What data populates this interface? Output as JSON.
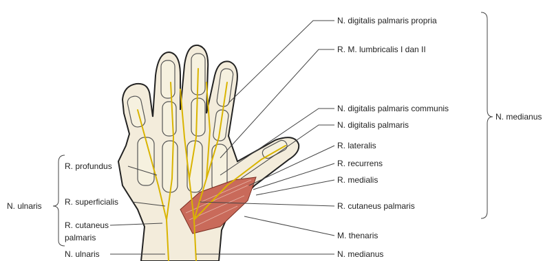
{
  "colors": {
    "skin": "#f3ecdb",
    "bone": "#f6f1df",
    "outline": "#222222",
    "nerve": "#d9b400",
    "muscle": "#c96a5a",
    "line": "#444444"
  },
  "labels": {
    "digitalis_palmaris_propria": "N. digitalis palmaris propria",
    "lumbricalis": "R. M. lumbricalis I dan II",
    "digitalis_palmaris_communis": "N. digitalis palmaris communis",
    "digitalis_palmaris": "N. digitalis palmaris",
    "lateralis": "R. lateralis",
    "recurrens": "R. recurrens",
    "medialis": "R. medialis",
    "cutaneus_palmaris_right": "R. cutaneus palmaris",
    "thenaris": "M. thenaris",
    "medianus_bottom": "N. medianus",
    "medianus_group": "N. medianus",
    "profundus": "R. profundus",
    "superficialis": "R. superficialis",
    "cutaneus_left_1": "R. cutaneus",
    "cutaneus_left_2": "palmaris",
    "ulnaris_group": "N. ulnaris",
    "ulnaris_bottom": "N. ulnaris"
  }
}
